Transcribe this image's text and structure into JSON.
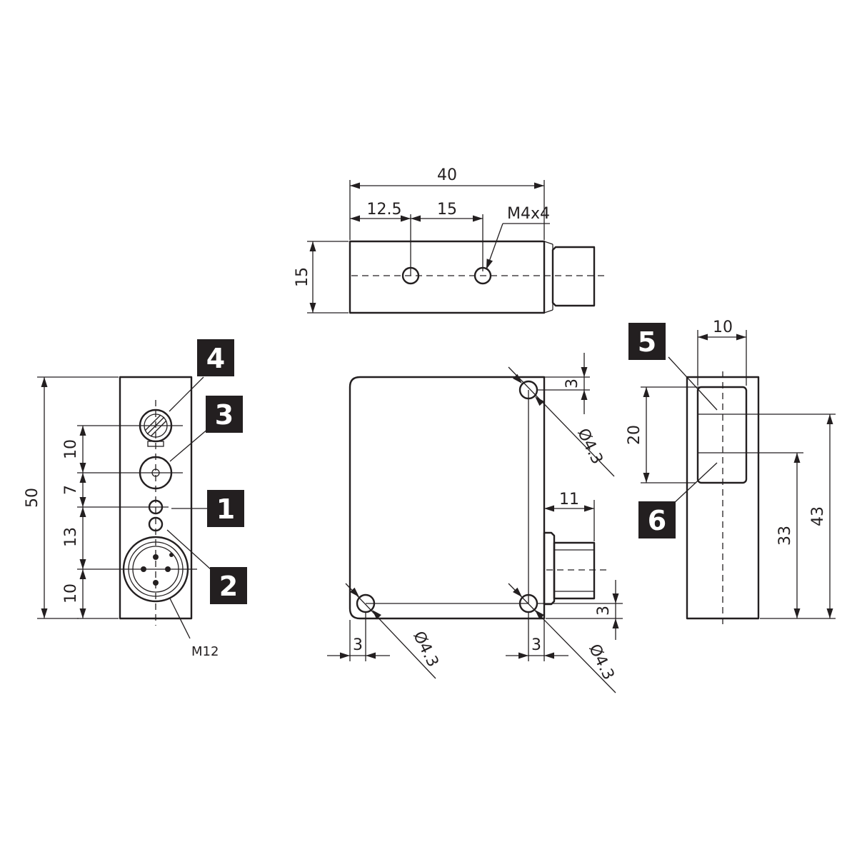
{
  "top_view": {
    "dim_total": "40",
    "dim_first": "12.5",
    "dim_second": "15",
    "thread": "M4x4",
    "height": "15"
  },
  "front_view": {
    "dim_top_hole": "3",
    "hole_top": "Ø4.3",
    "dim_connector": "11",
    "dim_bottom_hole": "3",
    "dim_left_hole": "3",
    "hole_bottom_left": "Ø4.3",
    "dim_right_hole": "3",
    "hole_bottom_right": "Ø4.3"
  },
  "left_view": {
    "height": "50",
    "dim_a": "10",
    "dim_b": "7",
    "dim_c": "13",
    "dim_d": "10",
    "connector": "M12"
  },
  "right_view": {
    "width": "10",
    "window": "20",
    "h33": "33",
    "h43": "43"
  },
  "callouts": [
    "1",
    "2",
    "3",
    "4",
    "5",
    "6"
  ]
}
